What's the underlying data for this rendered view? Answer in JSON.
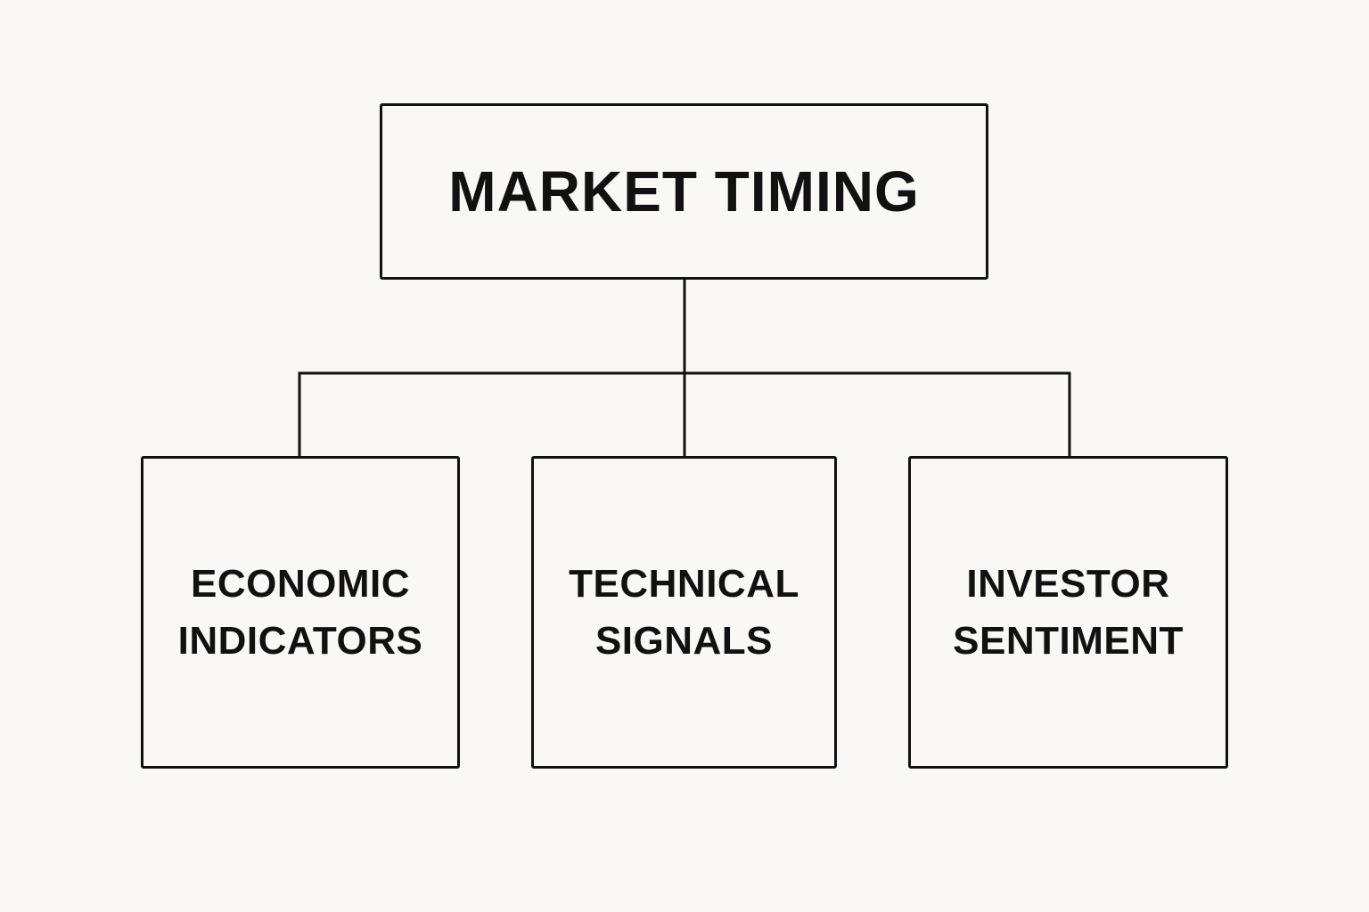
{
  "diagram": {
    "type": "hierarchy",
    "root": {
      "label": "MARKET TIMING"
    },
    "children": [
      {
        "line1": "ECONOMIC",
        "line2": "INDICATORS"
      },
      {
        "line1": "TECHNICAL",
        "line2": "SIGNALS"
      },
      {
        "line1": "INVESTOR",
        "line2": "SENTIMENT"
      }
    ],
    "colors": {
      "background": "#f9f8f5",
      "stroke": "#111111",
      "text": "#111111"
    }
  }
}
